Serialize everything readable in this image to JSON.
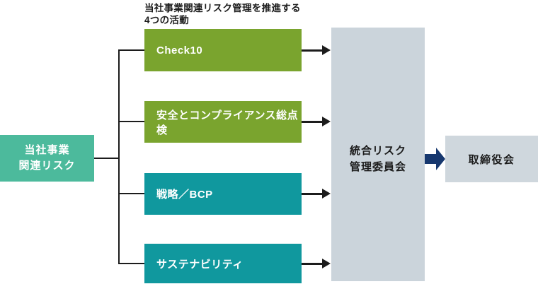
{
  "title": {
    "line1": "当社事業関連リスク管理を推進する",
    "line2": "4つの活動"
  },
  "source_box": {
    "line1": "当社事業",
    "line2": "関連リスク"
  },
  "activities": [
    {
      "label": "Check10",
      "color": "#7aa42e"
    },
    {
      "label": "安全とコンプライアンス総点検",
      "color": "#7aa42e"
    },
    {
      "label": "戦略／BCP",
      "color": "#10989e"
    },
    {
      "label": "サステナビリティ",
      "color": "#10989e"
    }
  ],
  "committee_box": {
    "line1": "統合リスク",
    "line2": "管理委員会"
  },
  "board_box": {
    "label": "取締役会"
  },
  "colors": {
    "activity_green": "#7aa42e",
    "activity_teal": "#10989e",
    "source_box": "#4cba9c",
    "committee_box": "#cbd4db",
    "board_box": "#cfd7dd",
    "flow_arrow_navy": "#17386f",
    "line_black": "#1c1c1c"
  }
}
